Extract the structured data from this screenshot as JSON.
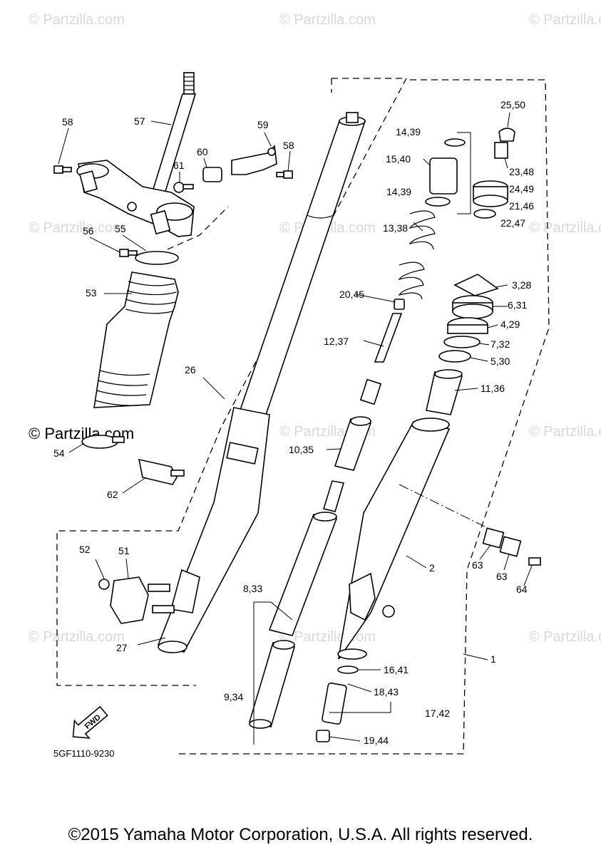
{
  "watermark": {
    "text": "© Partzilla.com",
    "strong_text": "© Partzilla.com"
  },
  "diagram_code": "5GF1110-9230",
  "fwd_label": "FWD",
  "copyright": "©2015 Yamaha Motor Corporation, U.S.A. All rights reserved.",
  "callouts": {
    "c1": "1",
    "c2": "2",
    "c3_28": "3,28",
    "c4_29": "4,29",
    "c5_30": "5,30",
    "c6_31": "6,31",
    "c7_32": "7,32",
    "c8_33": "8,33",
    "c9_34": "9,34",
    "c10_35": "10,35",
    "c11_36": "11,36",
    "c12_37": "12,37",
    "c13_38": "13,38",
    "c14_39a": "14,39",
    "c14_39b": "14,39",
    "c15_40": "15,40",
    "c16_41": "16,41",
    "c17_42": "17,42",
    "c18_43": "18,43",
    "c19_44": "19,44",
    "c20_45": "20,45",
    "c21_46": "21,46",
    "c22_47": "22,47",
    "c23_48": "23,48",
    "c24_49": "24,49",
    "c25_50": "25,50",
    "c26": "26",
    "c27": "27",
    "c51": "51",
    "c52": "52",
    "c53": "53",
    "c54": "54",
    "c55": "55",
    "c56": "56",
    "c57": "57",
    "c58a": "58",
    "c58b": "58",
    "c59": "59",
    "c60": "60",
    "c61": "61",
    "c62": "62",
    "c63a": "63",
    "c63b": "63",
    "c64": "64"
  }
}
